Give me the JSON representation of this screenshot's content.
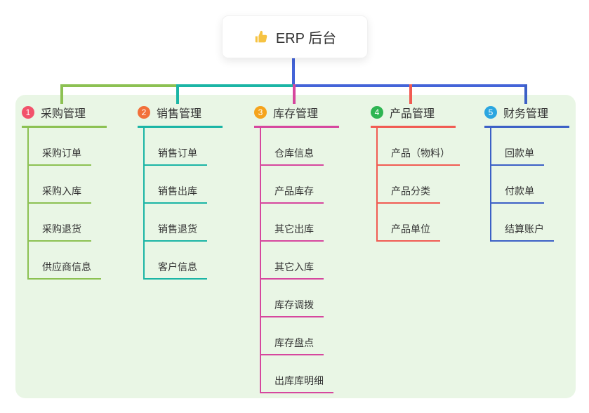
{
  "root": {
    "icon": "thumbs-up-icon",
    "title": "ERP 后台"
  },
  "colors": {
    "background": "#FFFFFF",
    "panel": "#E9F6E5",
    "text": "#333333",
    "root_connector": "#4464D8",
    "thumb_icon": "#F6C343"
  },
  "branches": [
    {
      "num": "1",
      "title": "采购管理",
      "badge_color": "#F2526B",
      "line_color": "#8CC152",
      "items": [
        "采购订单",
        "采购入库",
        "采购退货",
        "供应商信息"
      ]
    },
    {
      "num": "2",
      "title": "销售管理",
      "badge_color": "#F2703A",
      "line_color": "#1BB5A5",
      "items": [
        "销售订单",
        "销售出库",
        "销售退货",
        "客户信息"
      ]
    },
    {
      "num": "3",
      "title": "库存管理",
      "badge_color": "#F5A31C",
      "line_color": "#D6479E",
      "items": [
        "仓库信息",
        "产品库存",
        "其它出库",
        "其它入库",
        "库存调拨",
        "库存盘点",
        "出库库明细"
      ]
    },
    {
      "num": "4",
      "title": "产品管理",
      "badge_color": "#2EB552",
      "line_color": "#F15B52",
      "items": [
        "产品（物料）",
        "产品分类",
        "产品单位"
      ]
    },
    {
      "num": "5",
      "title": "财务管理",
      "badge_color": "#2BA6E0",
      "line_color": "#3C60C6",
      "items": [
        "回款单",
        "付款单",
        "结算账户"
      ]
    }
  ]
}
